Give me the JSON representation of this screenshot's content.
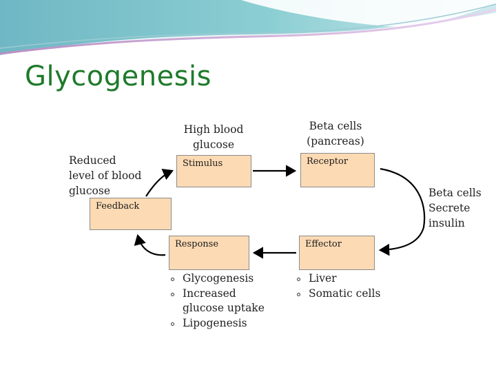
{
  "slide": {
    "title": "Glycogenesis"
  },
  "diagram": {
    "stimulus_heading_line1": "High blood",
    "stimulus_heading_line2": "glucose",
    "receptor_heading_line1": "Beta cells",
    "receptor_heading_line2": "(pancreas)",
    "feedback_heading_line1": "Reduced",
    "feedback_heading_line2": "level of  blood",
    "feedback_heading_line3": "glucose",
    "effector_side_line1": "Beta cells",
    "effector_side_line2": "Secrete",
    "effector_side_line3": "insulin",
    "boxes": {
      "stimulus": "Stimulus",
      "receptor": "Receptor",
      "feedback": "Feedback",
      "response": "Response",
      "effector": "Effector"
    },
    "response_bullets": [
      "Glycogenesis",
      "Increased",
      "glucose uptake",
      "Lipogenesis"
    ],
    "effector_bullets": [
      "Liver",
      "Somatic cells"
    ]
  },
  "colors": {
    "title": "#1e7a2a",
    "box_fill": "#fcdab4",
    "box_border": "#8a8a8a"
  }
}
